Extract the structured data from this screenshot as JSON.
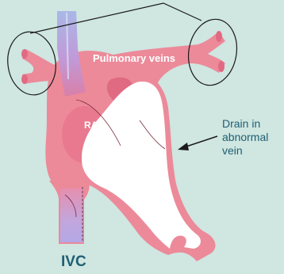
{
  "labels": {
    "pulmonary_veins": "Pulmonary veins",
    "ra": "RA",
    "drain_line1": "Drain in",
    "drain_line2": "abnormal",
    "drain_line3": "vein",
    "ivc": "IVC"
  },
  "colors": {
    "background": "#cfe6e1",
    "tissue": "#ec8a9a",
    "tissue_dark": "#e06a82",
    "vessel_purple": "#b79ad6",
    "lumen": "#ffffff",
    "label_dark": "#1f5f73"
  }
}
